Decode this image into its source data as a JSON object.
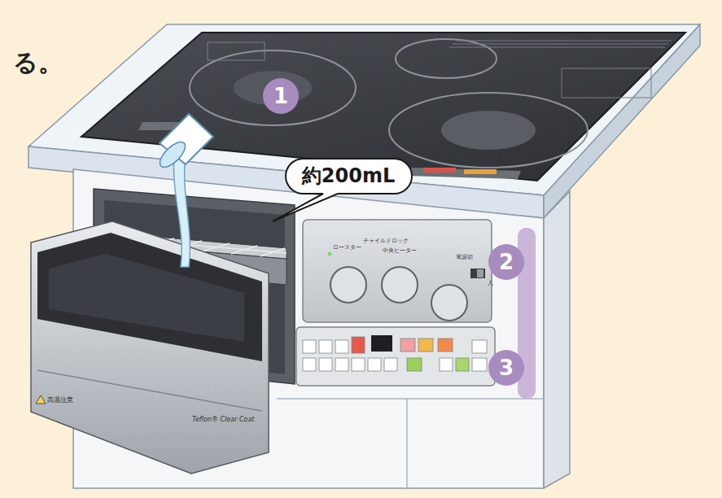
{
  "diagram": {
    "nodes": [
      {
        "text": [
          "約200mL"
        ]
      },
      {
        "text": [
          "1"
        ]
      },
      {
        "text": [
          "2"
        ]
      },
      {
        "text": [
          "3"
        ]
      }
    ],
    "labels": [
      "る。",
      "ロースター",
      "チャイルドロック",
      "中央ヒーター",
      "電源切",
      "入",
      "高温注意",
      "Teflon® Clear Coat"
    ]
  }
}
